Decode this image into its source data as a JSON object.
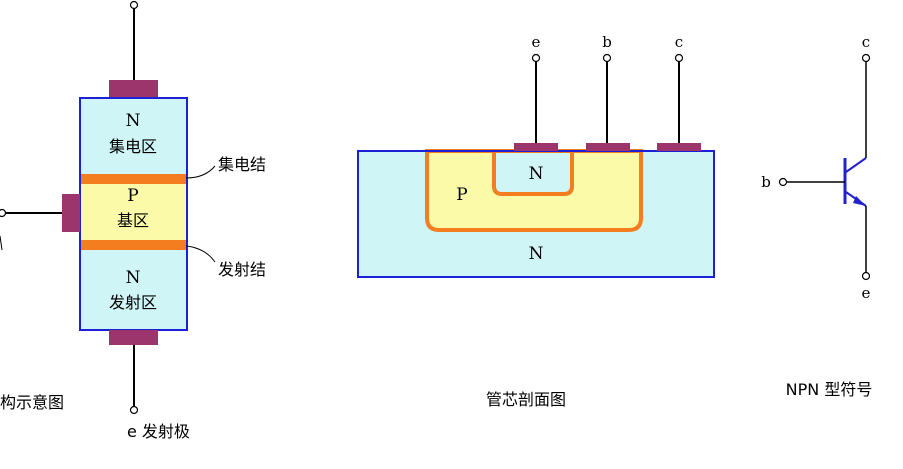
{
  "structure": {
    "collector_n": "N",
    "collector_region": "集电区",
    "base_p": "P",
    "base_region": "基区",
    "emitter_n": "N",
    "emitter_region": "发射区",
    "collector_junction": "集电结",
    "emitter_junction": "发射结",
    "emitter_terminal": "e 发射极",
    "caption": "构示意图"
  },
  "cross_section": {
    "terminal_e": "e",
    "terminal_b": "b",
    "terminal_c": "c",
    "inner_n": "N",
    "p_region": "P",
    "substrate_n": "N",
    "caption": "管芯剖面图"
  },
  "symbol": {
    "terminal_c": "c",
    "terminal_b": "b",
    "terminal_e": "e",
    "caption": "NPN 型符号"
  },
  "colors": {
    "region_fill": "#cff5f7",
    "base_fill": "#fafaa8",
    "junction": "#f47d20",
    "contact": "#9b356c",
    "outline": "#1d21d6",
    "symbol_line": "#2222cc"
  }
}
